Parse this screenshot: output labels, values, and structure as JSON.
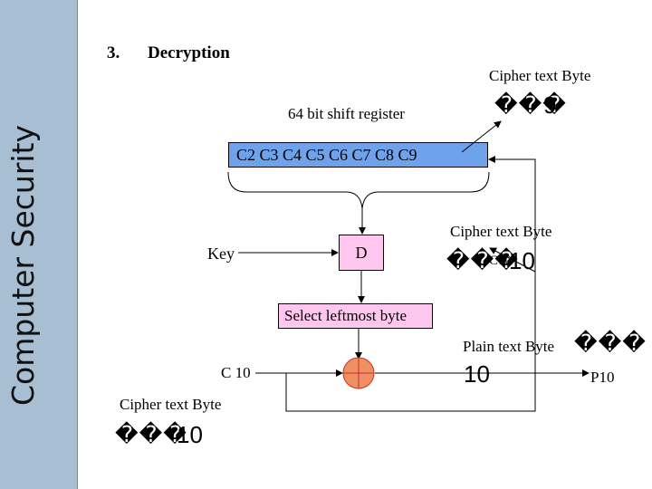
{
  "sidebar": {
    "title": "Computer Security"
  },
  "heading": {
    "number": "3.",
    "title": "Decryption"
  },
  "register": {
    "caption": "64 bit shift register",
    "contents": "C2 C3 C4 C5 C6 C7 C8 C9"
  },
  "cipher_top": {
    "label": "Cipher text Byte",
    "glyphs": "���",
    "digit": "9"
  },
  "key_label": "Key",
  "decrypt_box": "D",
  "cipher_mid": {
    "label": "Cipher text Byte",
    "glyphs": "���",
    "digit": "10",
    "overlap": "C10"
  },
  "select_box": "Select leftmost byte",
  "plain": {
    "label": "Plain text Byte",
    "glyphs": "���",
    "digit": "10",
    "output": "P10"
  },
  "c10_label": "C 10",
  "cipher_bottom": {
    "label": "Cipher text Byte",
    "glyphs": "���",
    "digit": "10"
  },
  "colors": {
    "sidebar": "#a7bed3",
    "register_fill": "#6ea3ec",
    "box_fill": "#ffc6f0",
    "xor_fill": "#f09060",
    "xor_stroke": "#c03030"
  }
}
